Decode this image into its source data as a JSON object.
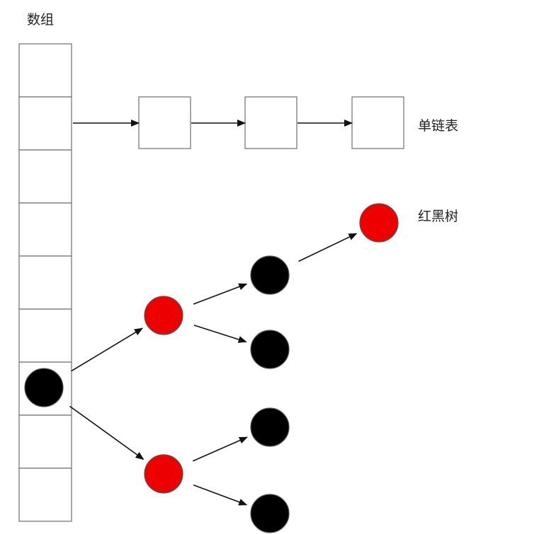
{
  "labels": {
    "array": "数组",
    "linked_list": "单链表",
    "rb_tree": "红黑树"
  },
  "colors": {
    "red_node": "#ee0000",
    "black_node": "#000000",
    "arrow": "#111111",
    "box_border": "#7a7a7a"
  },
  "array": {
    "cell_count": 9
  },
  "linked_list": {
    "node_count": 3
  },
  "red_black_tree": {
    "nodes": [
      {
        "id": "root",
        "color": "black"
      },
      {
        "id": "upper-child",
        "color": "red"
      },
      {
        "id": "lower-child",
        "color": "red"
      },
      {
        "id": "upper-upper-child",
        "color": "black"
      },
      {
        "id": "upper-lower-child",
        "color": "black"
      },
      {
        "id": "lower-upper-child",
        "color": "black"
      },
      {
        "id": "lower-lower-child",
        "color": "black"
      },
      {
        "id": "leaf",
        "color": "red"
      }
    ],
    "edges": [
      [
        "root",
        "upper-child"
      ],
      [
        "root",
        "lower-child"
      ],
      [
        "upper-child",
        "upper-upper-child"
      ],
      [
        "upper-child",
        "upper-lower-child"
      ],
      [
        "lower-child",
        "lower-upper-child"
      ],
      [
        "lower-child",
        "lower-lower-child"
      ],
      [
        "upper-upper-child",
        "leaf"
      ]
    ]
  }
}
